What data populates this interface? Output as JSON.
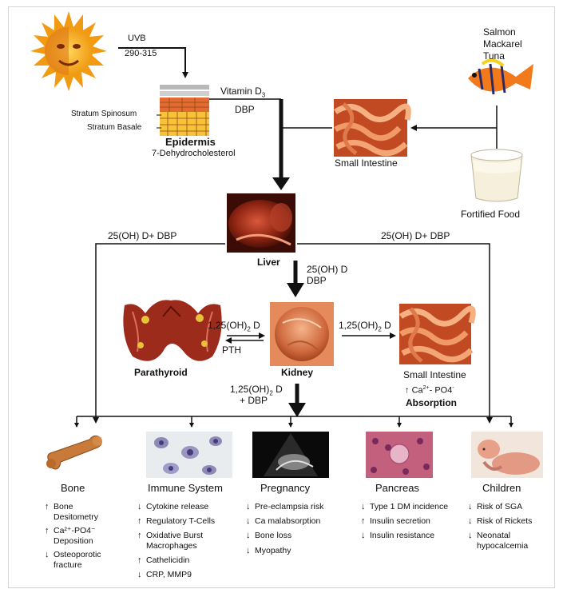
{
  "uvb_label": "UVB",
  "uvb_range": "290-315",
  "epidermis": {
    "stratum_spinosum": "Stratum Spinosum",
    "stratum_basale": "Stratum Basale",
    "title": "Epidermis",
    "precursor": "7-Dehydrocholesterol"
  },
  "vitamin_d3": "Vitamin D",
  "vitamin_d3_sub": "3",
  "dbp_top": "DBP",
  "fish": [
    "Salmon",
    "Mackarel",
    "Tuna"
  ],
  "fortified_food": "Fortified Food",
  "small_intestine_top": "Small Intestine",
  "liver_label": "Liver",
  "left_branch_label": "25(OH) D+ DBP",
  "right_branch_label": "25(OH) D+ DBP",
  "liver_to_kidney": "25(OH) D",
  "liver_to_kidney_dbp": "DBP",
  "parathyroid_label": "Parathyroid",
  "kidney_label": "Kidney",
  "calcitriol_left": "1,25(OH)",
  "calcitriol_sub": "2",
  "calcitriol_d": " D",
  "pth": "PTH",
  "calcitriol_right": "1,25(OH)",
  "small_intestine_mid": "Small Intestine",
  "ca_po4_up": "Ca",
  "ca_sup": "2+",
  "po4": "- PO4",
  "po4_sup": "-",
  "absorption": "Absorption",
  "kidney_out_1": "1,25(OH)",
  "kidney_out_2": "+ DBP",
  "targets": [
    {
      "title": "Bone"
    },
    {
      "title": "Immune System"
    },
    {
      "title": "Pregnancy"
    },
    {
      "title": "Pancreas"
    },
    {
      "title": "Children"
    }
  ],
  "bone_effects": [
    {
      "dir": "↑",
      "text": "Bone\nDesitometry"
    },
    {
      "dir": "↑",
      "text": "Ca²⁺-PO4⁻\nDeposition"
    },
    {
      "dir": "↓",
      "text": "Osteoporotic\nfracture"
    }
  ],
  "immune_effects": [
    {
      "dir": "↓",
      "text": "Cytokine release"
    },
    {
      "dir": "↑",
      "text": "Regulatory T-Cells"
    },
    {
      "dir": "↑",
      "text": "Oxidative Burst\nMacrophages"
    },
    {
      "dir": "↑",
      "text": "Cathelicidin"
    },
    {
      "dir": "↓",
      "text": "CRP, MMP9"
    }
  ],
  "pregnancy_effects": [
    {
      "dir": "↓",
      "text": "Pre-eclampsia risk"
    },
    {
      "dir": "↓",
      "text": "Ca malabsorption"
    },
    {
      "dir": "↓",
      "text": "Bone loss"
    },
    {
      "dir": "↓",
      "text": "Myopathy"
    }
  ],
  "pancreas_effects": [
    {
      "dir": "↓",
      "text": "Type 1 DM incidence"
    },
    {
      "dir": "↑",
      "text": "Insulin secretion"
    },
    {
      "dir": "↓",
      "text": "Insulin resistance"
    }
  ],
  "children_effects": [
    {
      "dir": "↓",
      "text": "Risk of SGA"
    },
    {
      "dir": "↓",
      "text": "Risk of Rickets"
    },
    {
      "dir": "↓",
      "text": "Neonatal\nhypocalcemia"
    }
  ],
  "colors": {
    "sun": "#f2a21d",
    "tissue": "#d9652f",
    "organ_dark": "#7a1f10",
    "fish_orange": "#f27a1a",
    "milk": "#f5efdc"
  }
}
